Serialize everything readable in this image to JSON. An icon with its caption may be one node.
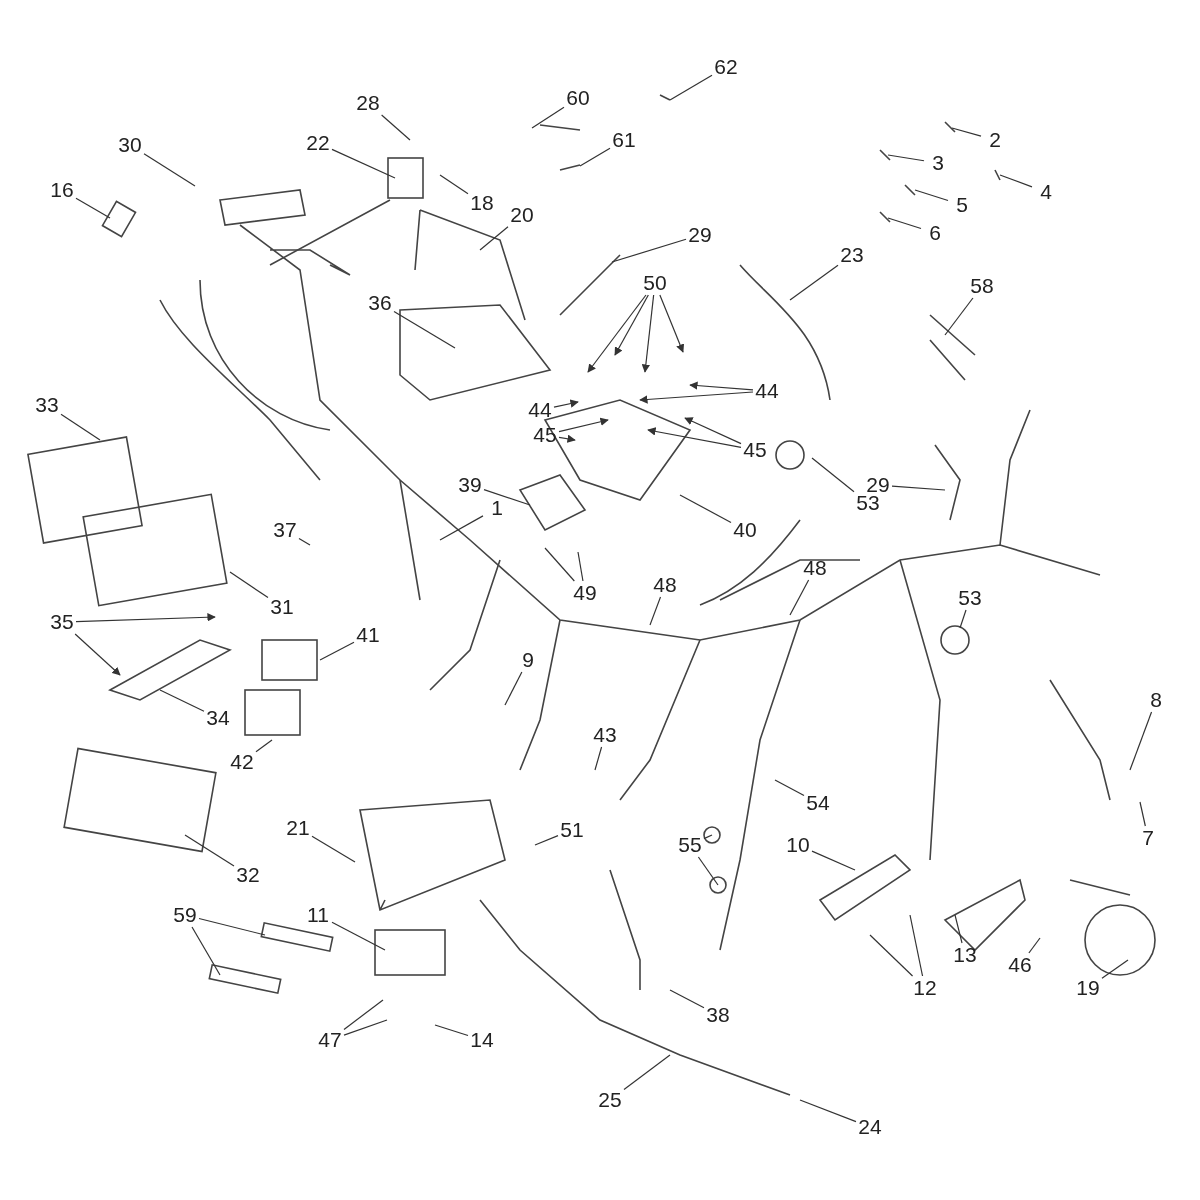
{
  "diagram": {
    "nodes": [
      {
        "text": [
          "28"
        ]
      },
      {
        "text": [
          "62"
        ]
      },
      {
        "text": [
          "60"
        ]
      },
      {
        "text": [
          "2"
        ]
      },
      {
        "text": [
          "22"
        ]
      },
      {
        "text": [
          "30"
        ]
      },
      {
        "text": [
          "61"
        ]
      },
      {
        "text": [
          "3"
        ]
      },
      {
        "text": [
          "16"
        ]
      },
      {
        "text": [
          "4"
        ]
      },
      {
        "text": [
          "18"
        ]
      },
      {
        "text": [
          "5"
        ]
      },
      {
        "text": [
          "20"
        ]
      },
      {
        "text": [
          "6"
        ]
      },
      {
        "text": [
          "29"
        ]
      },
      {
        "text": [
          "23"
        ]
      },
      {
        "text": [
          "50"
        ]
      },
      {
        "text": [
          "58"
        ]
      },
      {
        "text": [
          "36"
        ]
      },
      {
        "text": [
          "44"
        ]
      },
      {
        "text": [
          "33"
        ]
      },
      {
        "text": [
          "44"
        ]
      },
      {
        "text": [
          "45"
        ]
      },
      {
        "text": [
          "45"
        ]
      },
      {
        "text": [
          "39"
        ]
      },
      {
        "text": [
          "29"
        ]
      },
      {
        "text": [
          "53"
        ]
      },
      {
        "text": [
          "1"
        ]
      },
      {
        "text": [
          "40"
        ]
      },
      {
        "text": [
          "37"
        ]
      },
      {
        "text": [
          "48"
        ]
      },
      {
        "text": [
          "49"
        ]
      },
      {
        "text": [
          "53"
        ]
      },
      {
        "text": [
          "31"
        ]
      },
      {
        "text": [
          "48"
        ]
      },
      {
        "text": [
          "35"
        ]
      },
      {
        "text": [
          "41"
        ]
      },
      {
        "text": [
          "9"
        ]
      },
      {
        "text": [
          "8"
        ]
      },
      {
        "text": [
          "34"
        ]
      },
      {
        "text": [
          "43"
        ]
      },
      {
        "text": [
          "42"
        ]
      },
      {
        "text": [
          "54"
        ]
      },
      {
        "text": [
          "51"
        ]
      },
      {
        "text": [
          "21"
        ]
      },
      {
        "text": [
          "7"
        ]
      },
      {
        "text": [
          "10"
        ]
      },
      {
        "text": [
          "55"
        ]
      },
      {
        "text": [
          "32"
        ]
      },
      {
        "text": [
          "59"
        ]
      },
      {
        "text": [
          "11"
        ]
      },
      {
        "text": [
          "13"
        ]
      },
      {
        "text": [
          "46"
        ]
      },
      {
        "text": [
          "12"
        ]
      },
      {
        "text": [
          "19"
        ]
      },
      {
        "text": [
          "38"
        ]
      },
      {
        "text": [
          "47"
        ]
      },
      {
        "text": [
          "14"
        ]
      },
      {
        "text": [
          "25"
        ]
      },
      {
        "text": [
          "24"
        ]
      }
    ],
    "edges": [
      {
        "from": 0,
        "to": null,
        "arrow": "none"
      },
      {
        "from": 1,
        "to": null,
        "arrow": "none"
      },
      {
        "from": 2,
        "to": null,
        "arrow": "none"
      },
      {
        "from": 3,
        "to": null,
        "arrow": "none"
      },
      {
        "from": 4,
        "to": null,
        "arrow": "none"
      },
      {
        "from": 5,
        "to": null,
        "arrow": "none"
      },
      {
        "from": 6,
        "to": null,
        "arrow": "none"
      },
      {
        "from": 7,
        "to": null,
        "arrow": "none"
      },
      {
        "from": 8,
        "to": null,
        "arrow": "none"
      },
      {
        "from": 9,
        "to": null,
        "arrow": "none"
      },
      {
        "from": 10,
        "to": null,
        "arrow": "none"
      },
      {
        "from": 11,
        "to": null,
        "arrow": "none"
      },
      {
        "from": 12,
        "to": null,
        "arrow": "none"
      },
      {
        "from": 13,
        "to": null,
        "arrow": "none"
      },
      {
        "from": 14,
        "to": null,
        "arrow": "none"
      },
      {
        "from": 15,
        "to": null,
        "arrow": "none"
      },
      {
        "from": 16,
        "to": null,
        "arrow": "to"
      },
      {
        "from": 16,
        "to": null,
        "arrow": "to"
      },
      {
        "from": 16,
        "to": null,
        "arrow": "to"
      },
      {
        "from": 16,
        "to": null,
        "arrow": "to"
      },
      {
        "from": 17,
        "to": null,
        "arrow": "none"
      },
      {
        "from": 18,
        "to": null,
        "arrow": "none"
      },
      {
        "from": 19,
        "to": null,
        "arrow": "to"
      },
      {
        "from": 19,
        "to": null,
        "arrow": "to"
      },
      {
        "from": 20,
        "to": null,
        "arrow": "none"
      },
      {
        "from": 21,
        "to": null,
        "arrow": "to"
      },
      {
        "from": 22,
        "to": null,
        "arrow": "to"
      },
      {
        "from": 22,
        "to": null,
        "arrow": "to"
      },
      {
        "from": 23,
        "to": null,
        "arrow": "to"
      },
      {
        "from": 23,
        "to": null,
        "arrow": "to"
      },
      {
        "from": 24,
        "to": null,
        "arrow": "none"
      },
      {
        "from": 25,
        "to": null,
        "arrow": "none"
      },
      {
        "from": 26,
        "to": null,
        "arrow": "none"
      },
      {
        "from": 27,
        "to": null,
        "arrow": "none"
      },
      {
        "from": 28,
        "to": null,
        "arrow": "none"
      },
      {
        "from": 29,
        "to": null,
        "arrow": "none"
      },
      {
        "from": 30,
        "to": null,
        "arrow": "none"
      },
      {
        "from": 31,
        "to": null,
        "arrow": "none"
      },
      {
        "from": 31,
        "to": null,
        "arrow": "none"
      },
      {
        "from": 32,
        "to": null,
        "arrow": "none"
      },
      {
        "from": 33,
        "to": null,
        "arrow": "none"
      },
      {
        "from": 34,
        "to": null,
        "arrow": "none"
      },
      {
        "from": 35,
        "to": null,
        "arrow": "to"
      },
      {
        "from": 35,
        "to": null,
        "arrow": "to"
      },
      {
        "from": 36,
        "to": null,
        "arrow": "none"
      },
      {
        "from": 37,
        "to": null,
        "arrow": "none"
      },
      {
        "from": 38,
        "to": null,
        "arrow": "none"
      },
      {
        "from": 39,
        "to": null,
        "arrow": "none"
      },
      {
        "from": 40,
        "to": null,
        "arrow": "none"
      },
      {
        "from": 41,
        "to": null,
        "arrow": "none"
      },
      {
        "from": 42,
        "to": null,
        "arrow": "none"
      },
      {
        "from": 43,
        "to": null,
        "arrow": "none"
      },
      {
        "from": 44,
        "to": null,
        "arrow": "none"
      },
      {
        "from": 45,
        "to": null,
        "arrow": "none"
      },
      {
        "from": 46,
        "to": null,
        "arrow": "none"
      },
      {
        "from": 47,
        "to": null,
        "arrow": "none"
      },
      {
        "from": 47,
        "to": null,
        "arrow": "none"
      },
      {
        "from": 48,
        "to": null,
        "arrow": "none"
      },
      {
        "from": 49,
        "to": null,
        "arrow": "none"
      },
      {
        "from": 49,
        "to": null,
        "arrow": "none"
      },
      {
        "from": 50,
        "to": null,
        "arrow": "none"
      },
      {
        "from": 51,
        "to": null,
        "arrow": "none"
      },
      {
        "from": 52,
        "to": null,
        "arrow": "none"
      },
      {
        "from": 53,
        "to": null,
        "arrow": "none"
      },
      {
        "from": 53,
        "to": null,
        "arrow": "none"
      },
      {
        "from": 54,
        "to": null,
        "arrow": "none"
      },
      {
        "from": 55,
        "to": null,
        "arrow": "none"
      },
      {
        "from": 56,
        "to": null,
        "arrow": "none"
      },
      {
        "from": 56,
        "to": null,
        "arrow": "none"
      },
      {
        "from": 57,
        "to": null,
        "arrow": "none"
      },
      {
        "from": 58,
        "to": null,
        "arrow": "none"
      },
      {
        "from": 59,
        "to": null,
        "arrow": "none"
      }
    ]
  }
}
